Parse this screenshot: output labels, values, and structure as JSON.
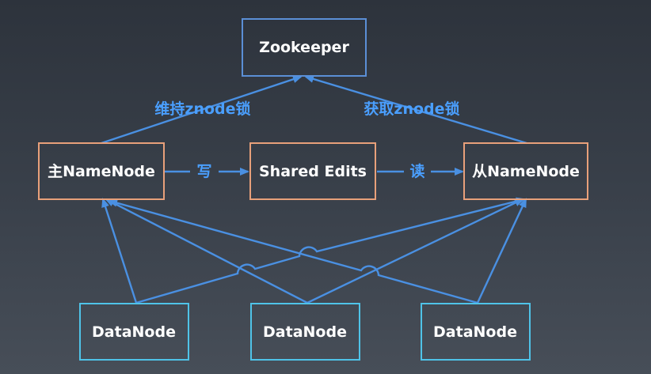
{
  "nodes": {
    "zookeeper": "Zookeeper",
    "active_namenode": "主NameNode",
    "shared_edits": "Shared Edits",
    "standby_namenode": "从NameNode",
    "datanode_left": "DataNode",
    "datanode_middle": "DataNode",
    "datanode_right": "DataNode"
  },
  "edges": {
    "active_to_zk": "维持znode锁",
    "standby_to_zk": "获取znode锁",
    "active_to_edits": "写",
    "edits_to_standby": "读"
  },
  "colors": {
    "line": "#4a90e2",
    "edge_label": "#4a9fff",
    "zookeeper_border": "#5b8fd6",
    "namenode_border": "#e8a07a",
    "datanode_border": "#4fc3e8"
  }
}
